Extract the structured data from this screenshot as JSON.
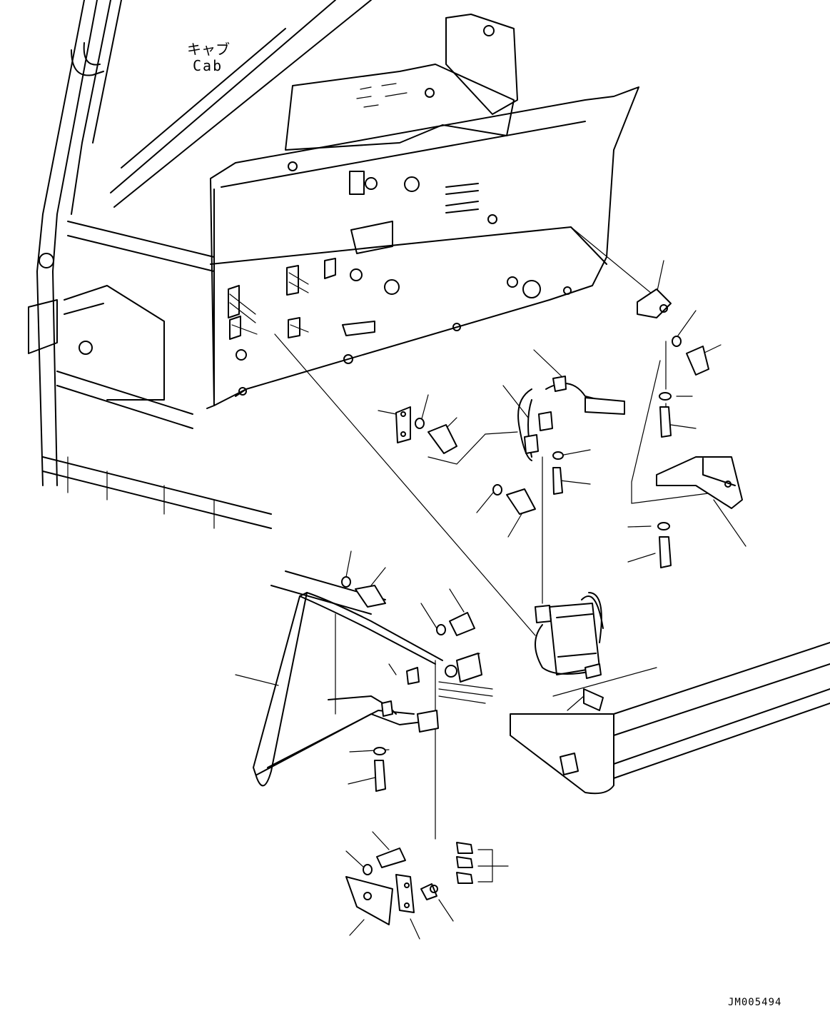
{
  "labels": {
    "cab_japanese": "キャブ",
    "cab_english": "Cab",
    "drawing_code": "JM005494"
  }
}
